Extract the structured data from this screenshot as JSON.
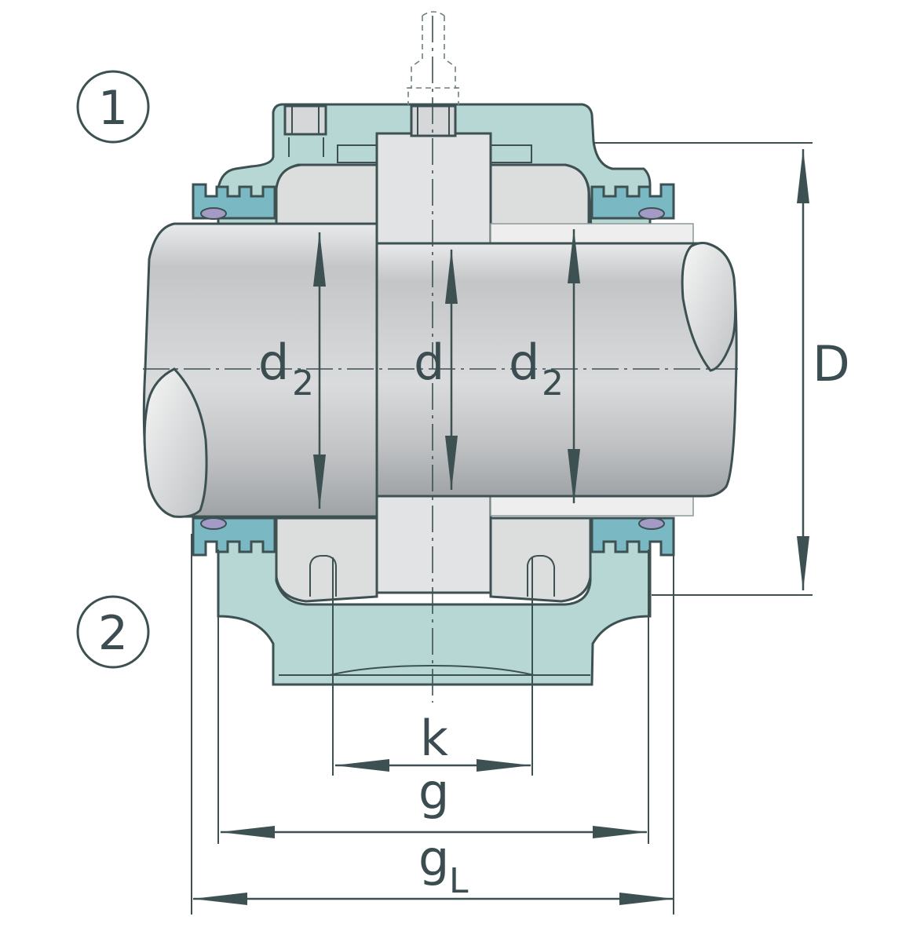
{
  "labels": {
    "callout_1": "1",
    "callout_2": "2",
    "dim_d2_left": "d",
    "dim_d2_left_sub": "2",
    "dim_d": "d",
    "dim_d2_right": "d",
    "dim_d2_right_sub": "2",
    "dim_D": "D",
    "dim_k": "k",
    "dim_g": "g",
    "dim_gL": "g",
    "dim_gL_sub": "L"
  },
  "colors": {
    "housing": "#b7d7d5",
    "shaft": "#c9ccce",
    "sleeve": "#e2e3e4",
    "seal": "#7ab9c3",
    "oring": "#a39bc6",
    "line": "#3d5052"
  }
}
